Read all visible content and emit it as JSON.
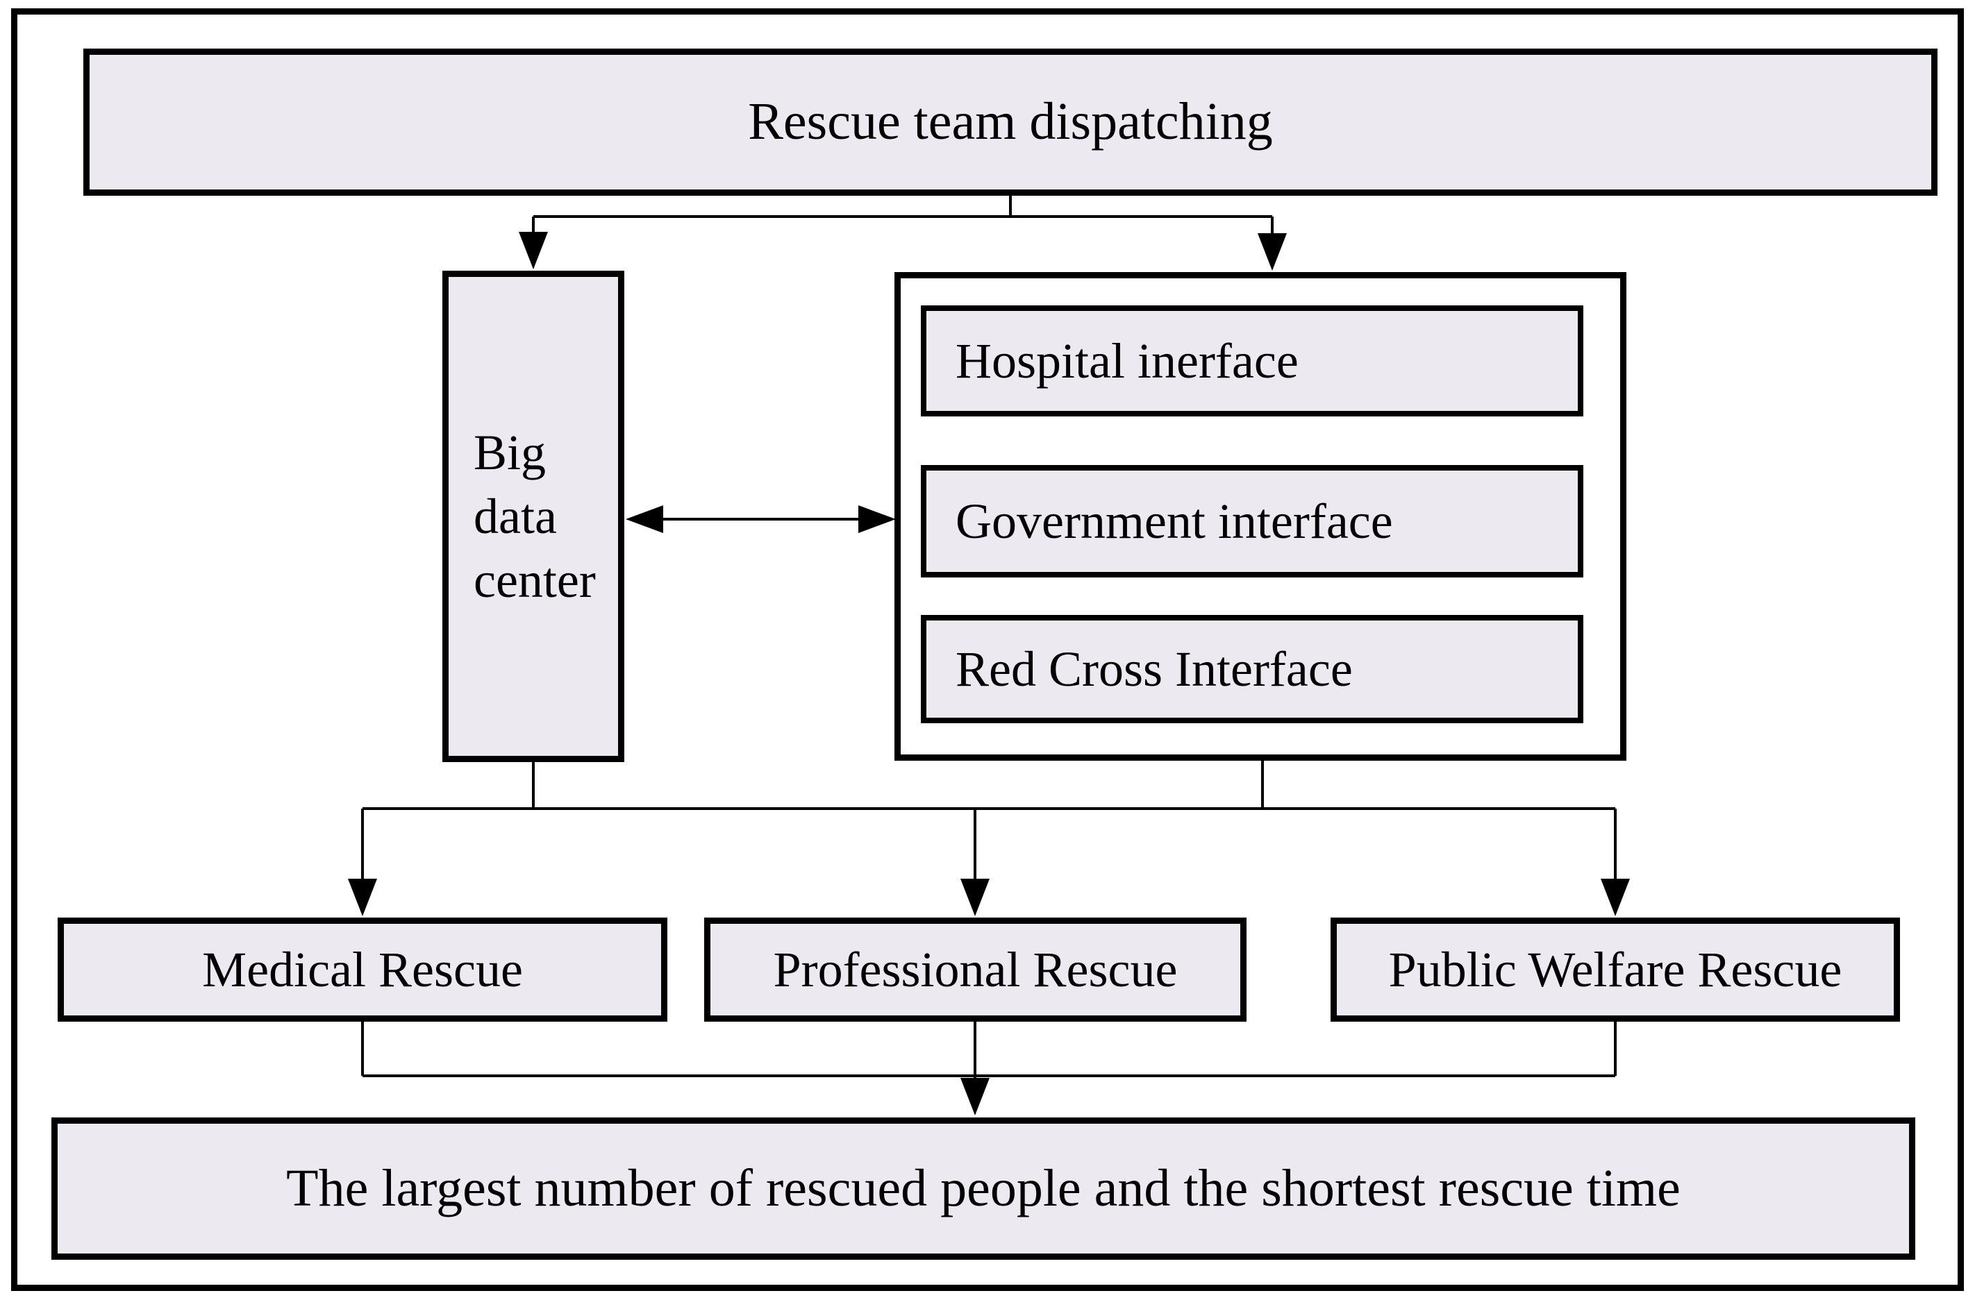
{
  "figure": {
    "type": "flowchart",
    "description": "Rescue team dispatching structure diagram"
  },
  "colors": {
    "node_fill": "#EDE9F1",
    "border": "#000000",
    "background": "#FFFFFF",
    "text": "#000000"
  },
  "nodes": {
    "top": {
      "label": "Rescue team dispatching"
    },
    "big_data_center": {
      "label": "Big data center"
    },
    "interfaces": [
      {
        "label": "Hospital inerface"
      },
      {
        "label": "Government interface"
      },
      {
        "label": "Red Cross Interface"
      }
    ],
    "rescues": [
      {
        "label": "Medical Rescue"
      },
      {
        "label": "Professional Rescue"
      },
      {
        "label": "Public Welfare Rescue"
      }
    ],
    "bottom": {
      "label": "The largest number of rescued people and the shortest rescue time"
    }
  },
  "edges": [
    {
      "from": "top",
      "to": "big_data_center",
      "arrow": "down"
    },
    {
      "from": "top",
      "to": "interface_group",
      "arrow": "down"
    },
    {
      "from": "big_data_center",
      "to": "interface_group",
      "arrow": "both"
    },
    {
      "from": "big_data_center+interface_group",
      "to": "Medical Rescue",
      "arrow": "down"
    },
    {
      "from": "big_data_center+interface_group",
      "to": "Professional Rescue",
      "arrow": "down"
    },
    {
      "from": "big_data_center+interface_group",
      "to": "Public Welfare Rescue",
      "arrow": "down"
    },
    {
      "from": "rescues",
      "to": "bottom",
      "arrow": "down"
    }
  ]
}
